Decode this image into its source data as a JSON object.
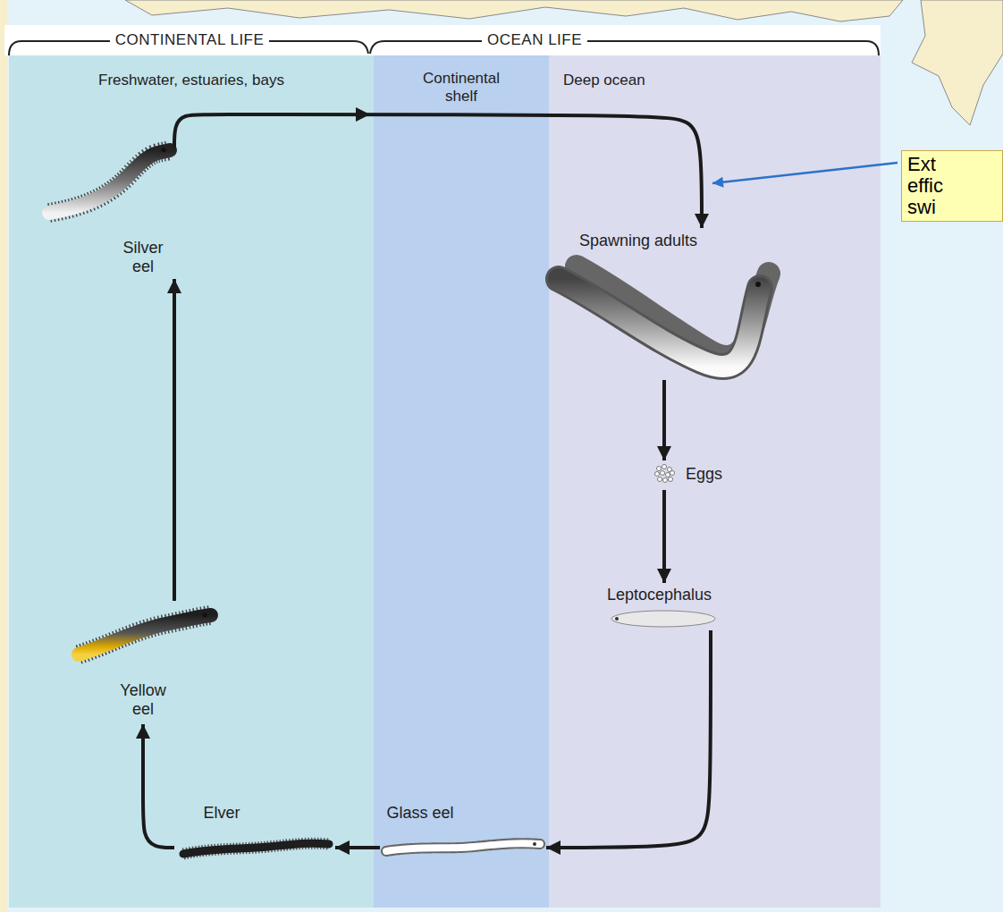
{
  "diagram": {
    "nodes": [
      {
        "text": [
          "Freshwater, estuaries, bays"
        ]
      },
      {
        "text": [
          "Continental shelf"
        ]
      },
      {
        "text": [
          "Deep ocean"
        ]
      },
      {
        "text": [
          "Silver eel"
        ],
        "in": 0
      },
      {
        "text": [
          "Yellow eel"
        ],
        "in": 0
      },
      {
        "text": [
          "Elver"
        ],
        "in": 0
      },
      {
        "text": [
          "Glass eel"
        ],
        "in": 1
      },
      {
        "text": [
          "Spawning adults"
        ],
        "in": 2
      },
      {
        "text": [
          "Eggs"
        ],
        "in": 2
      },
      {
        "text": [
          "Leptocephalus"
        ],
        "in": 2
      },
      {
        "text": [
          "Ext effic swi"
        ]
      }
    ],
    "edges": [
      {
        "from": 3,
        "to": 7,
        "arrow": "to"
      },
      {
        "from": 7,
        "to": 8,
        "arrow": "to"
      },
      {
        "from": 8,
        "to": 9,
        "arrow": "to"
      },
      {
        "from": 9,
        "to": 6,
        "arrow": "to"
      },
      {
        "from": 6,
        "to": 5,
        "arrow": "to"
      },
      {
        "from": 5,
        "to": 4,
        "arrow": "to"
      },
      {
        "from": 4,
        "to": 3,
        "arrow": "to"
      }
    ],
    "labels": [
      "CONTINENTAL LIFE",
      "OCEAN LIFE"
    ]
  }
}
